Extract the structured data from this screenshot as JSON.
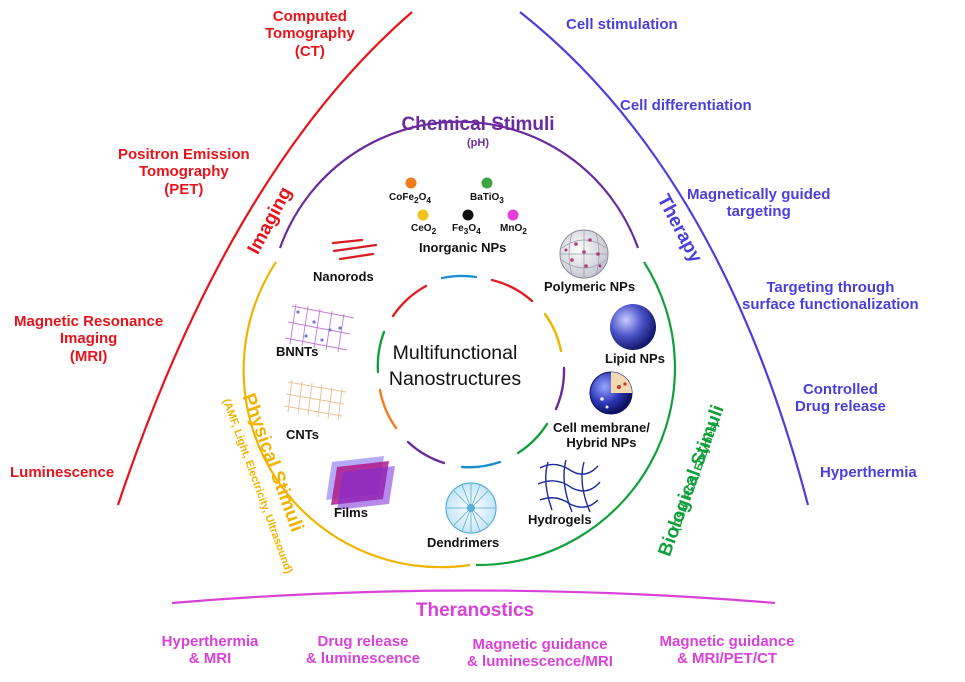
{
  "center": {
    "line1": "Multifunctional",
    "line2": "Nanostructures"
  },
  "sections": {
    "imaging": "Imaging",
    "therapy": "Therapy",
    "theranostics": "Theranostics"
  },
  "stimuli": {
    "chemical": {
      "title": "Chemical Stimuli",
      "sub": "(pH)"
    },
    "physical": {
      "title": "Physical Stimuli",
      "sub": "(AMF, Light, Electricity, Ultrasound)"
    },
    "biological": {
      "title": "Biological Stimuli",
      "sub": "(GSH, ROS, Enzymes)"
    }
  },
  "imaging_items": [
    {
      "l1": "Computed",
      "l2": "Tomography",
      "l3": "(CT)"
    },
    {
      "l1": "Positron Emission",
      "l2": "Tomography",
      "l3": "(PET)"
    },
    {
      "l1": "Magnetic Resonance",
      "l2": "Imaging",
      "l3": "(MRI)"
    },
    {
      "l1": "Luminescence"
    }
  ],
  "therapy_items": [
    {
      "l1": "Cell stimulation"
    },
    {
      "l1": "Cell differentiation"
    },
    {
      "l1": "Magnetically guided",
      "l2": "targeting"
    },
    {
      "l1": "Targeting through",
      "l2": "surface functionalization"
    },
    {
      "l1": "Controlled",
      "l2": "Drug release"
    },
    {
      "l1": "Hyperthermia"
    }
  ],
  "theranostics_items": [
    {
      "l1": "Hyperthermia",
      "l2": "& MRI"
    },
    {
      "l1": "Drug release",
      "l2": "& luminescence"
    },
    {
      "l1": "Magnetic guidance",
      "l2": "& luminescence/MRI"
    },
    {
      "l1": "Magnetic guidance",
      "l2": "& MRI/PET/CT"
    }
  ],
  "nanostructures": {
    "inorganic": "Inorganic NPs",
    "nanorods": "Nanorods",
    "polymeric": "Polymeric NPs",
    "bnnts": "BNNTs",
    "lipid": "Lipid NPs",
    "cnts": "CNTs",
    "cell_membrane_l1": "Cell membrane/",
    "cell_membrane_l2": "Hybrid NPs",
    "films": "Films",
    "hydrogels": "Hydrogels",
    "dendrimers": "Dendrimers"
  },
  "inorganic_particles": [
    {
      "base": "CoFe",
      "s1": "2",
      "mid": "O",
      "s2": "4",
      "color": "#f07c1c"
    },
    {
      "base": "BaTiO",
      "s1": "3",
      "mid": "",
      "s2": "",
      "color": "#3fa33f"
    },
    {
      "base": "CeO",
      "s1": "2",
      "mid": "",
      "s2": "",
      "color": "#f2c21a"
    },
    {
      "base": "Fe",
      "s1": "3",
      "mid": "O",
      "s2": "4",
      "color": "#111111"
    },
    {
      "base": "MnO",
      "s1": "2",
      "mid": "",
      "s2": "",
      "color": "#e23fd8"
    }
  ],
  "colors": {
    "imaging": "#e8141c",
    "therapy": "#4b3fdc",
    "theranostics": "#d842d8",
    "chemical": "#6a2c9c",
    "physical": "#f0b400",
    "biological": "#12a03c"
  }
}
